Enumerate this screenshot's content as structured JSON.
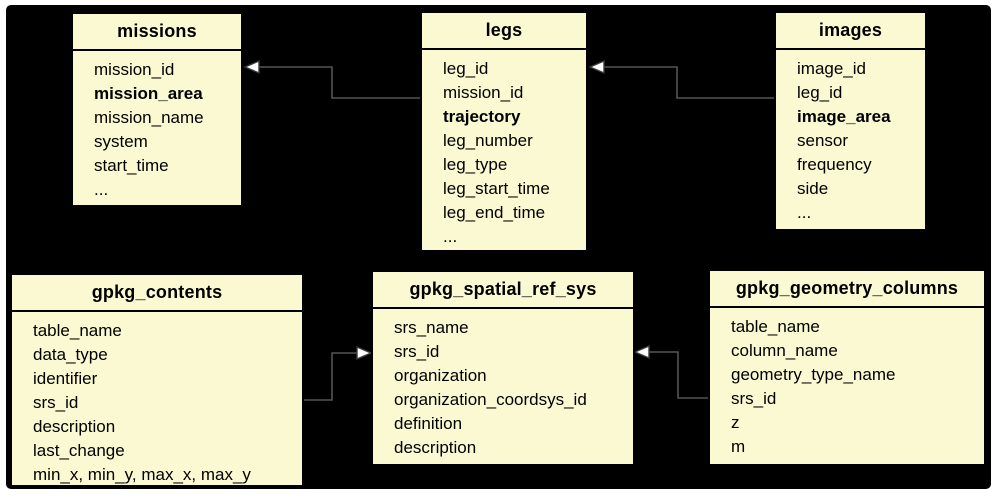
{
  "diagram": {
    "kind": "database-schema-diagram",
    "background_color": "#000000",
    "page_margin_color": "#ffffff",
    "node_fill_color": "#FBF9D2",
    "node_border_color": "#000000",
    "edge_color": "#545454",
    "arrowhead_style": "hollow-triangle"
  },
  "tables": [
    {
      "id": "missions",
      "title": "missions",
      "rows": [
        {
          "text": "mission_id"
        },
        {
          "text": "mission_area",
          "bold": true
        },
        {
          "text": "mission_name"
        },
        {
          "text": "system"
        },
        {
          "text": "start_time"
        },
        {
          "text": "..."
        }
      ]
    },
    {
      "id": "legs",
      "title": "legs",
      "rows": [
        {
          "text": "leg_id"
        },
        {
          "text": "mission_id"
        },
        {
          "text": "trajectory",
          "bold": true
        },
        {
          "text": "leg_number"
        },
        {
          "text": "leg_type"
        },
        {
          "text": "leg_start_time"
        },
        {
          "text": "leg_end_time"
        },
        {
          "text": "..."
        }
      ]
    },
    {
      "id": "images",
      "title": "images",
      "rows": [
        {
          "text": "image_id"
        },
        {
          "text": "leg_id"
        },
        {
          "text": "image_area",
          "bold": true
        },
        {
          "text": "sensor"
        },
        {
          "text": "frequency"
        },
        {
          "text": "side"
        },
        {
          "text": "..."
        }
      ]
    },
    {
      "id": "gpkg_contents",
      "title": "gpkg_contents",
      "rows": [
        {
          "text": "table_name"
        },
        {
          "text": "data_type"
        },
        {
          "text": "identifier"
        },
        {
          "text": "srs_id"
        },
        {
          "text": "description"
        },
        {
          "text": "last_change"
        },
        {
          "text": "min_x, min_y, max_x, max_y"
        }
      ]
    },
    {
      "id": "gpkg_spatial_ref_sys",
      "title": "gpkg_spatial_ref_sys",
      "rows": [
        {
          "text": "srs_name"
        },
        {
          "text": "srs_id"
        },
        {
          "text": "organization"
        },
        {
          "text": "organization_coordsys_id"
        },
        {
          "text": "definition"
        },
        {
          "text": "description"
        }
      ]
    },
    {
      "id": "gpkg_geometry_columns",
      "title": "gpkg_geometry_columns",
      "rows": [
        {
          "text": "table_name"
        },
        {
          "text": "column_name"
        },
        {
          "text": "geometry_type_name"
        },
        {
          "text": "srs_id"
        },
        {
          "text": "z"
        },
        {
          "text": "m"
        }
      ]
    }
  ],
  "relationships": [
    {
      "from": "legs.mission_id",
      "to": "missions.mission_id"
    },
    {
      "from": "images.leg_id",
      "to": "legs.leg_id"
    },
    {
      "from": "gpkg_contents.srs_id",
      "to": "gpkg_spatial_ref_sys.srs_id"
    },
    {
      "from": "gpkg_geometry_columns.srs_id",
      "to": "gpkg_spatial_ref_sys.srs_id"
    }
  ]
}
